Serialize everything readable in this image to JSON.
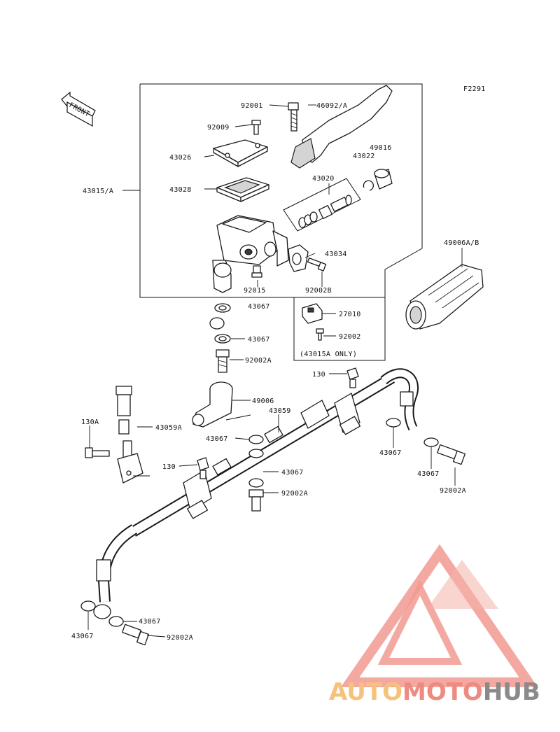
{
  "figure_code": "F2291",
  "front_arrow_text": "FRONT",
  "note": "(43015A ONLY)",
  "labels": {
    "p92001": "92001",
    "p46092": "46092/A",
    "p92009": "92009",
    "p43026": "43026",
    "p49016": "49016",
    "p43022": "43022",
    "p43020": "43020",
    "p43028": "43028",
    "p43015": "43015/A",
    "p43034": "43034",
    "p92015": "92015",
    "p92002b": "92002B",
    "p49006ab": "49006A/B",
    "p43067_top": "43067",
    "p27010": "27010",
    "p43067_b": "43067",
    "p92002_box": "92002",
    "p92002a_1": "92002A",
    "p130_top": "130",
    "p49006": "49006",
    "p43059": "43059",
    "p130a": "130A",
    "p43059a": "43059A",
    "p43067_c": "43067",
    "p43067_d": "43067",
    "p130_mid": "130",
    "p43067_e": "43067",
    "p43067_f": "43067",
    "p92002a_2": "92002A",
    "p92002a_3": "92002A",
    "p43067_g": "43067",
    "p43067_h": "43067",
    "p92002a_4": "92002A"
  },
  "watermark": {
    "part1": "AUTO",
    "part2": "MOTO",
    "part3": "HUB"
  }
}
